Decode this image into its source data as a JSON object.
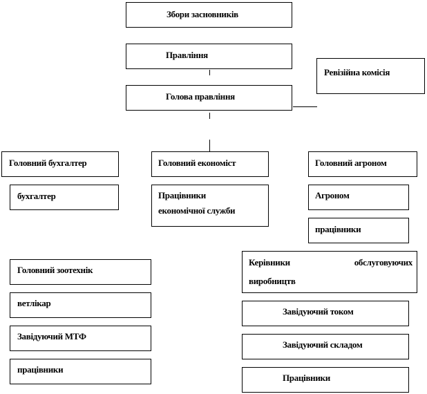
{
  "nodes": {
    "founders_meeting": "Збори  засновників",
    "board": "Правління",
    "audit_commission": "Ревізійна комісія",
    "board_head": "Голова правління",
    "chief_accountant": "Головний бухгалтер",
    "chief_economist": "Головний економіст",
    "chief_agronomist": "Головний агроном",
    "accountant": "бухгалтер",
    "economic_staff_line1": "Працівники",
    "economic_staff_line2": "економічної  служби",
    "agronomist": "Агроном",
    "agronomy_workers": "працівники",
    "chief_zootechnician": "Головний зоотехнік",
    "veterinarian": "ветлікар",
    "dairy_farm_manager": "Завідуючий МТФ",
    "livestock_workers": "працівники",
    "service_heads_line1a": "Керівники",
    "service_heads_line1b": "обслуговуючих",
    "service_heads_line2": "виробництв",
    "threshing_floor_manager": "Завідуючий током",
    "warehouse_manager": "Завідуючий складом",
    "service_workers": "Працівники"
  }
}
